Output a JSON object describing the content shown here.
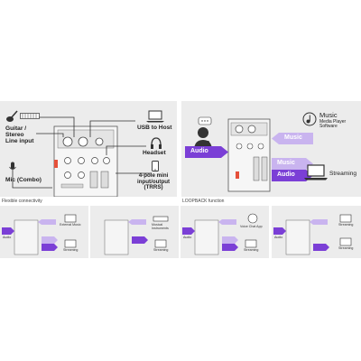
{
  "colors": {
    "purple": "#7b3fd6",
    "lavender": "#c9b4ef",
    "panel": "#ececec",
    "line": "#333333"
  },
  "left_diagram": {
    "labels": {
      "guitar": "Guitar /\nStereo\nLine input",
      "mic": "Mic (Combo)",
      "usb": "USB to Host",
      "headset": "Headset",
      "pole": "4-pole mini\ninput/output\n(TRRS)"
    },
    "icons": [
      "guitar-icon",
      "keyboard-icon",
      "mic-icon",
      "laptop-icon",
      "headset-icon",
      "phone-icon"
    ],
    "caption": "Flexible connectivity"
  },
  "right_diagram": {
    "arrow_audio": "Audio",
    "arrow_music_top": "Music",
    "arrow_music_mid": "Music",
    "arrow_audio_mid": "Audio",
    "music_title": "Music",
    "music_sub": "Media Player\nSoftware",
    "streaming": "Streaming",
    "caption": "LOOPBACK function"
  },
  "thumbnails": [
    {
      "left_label": "Audio",
      "top_label": "External Music",
      "bottom_label": "Streaming"
    },
    {
      "left_label": "",
      "top_label": "Musical\nInstruments",
      "bottom_label": "Streaming"
    },
    {
      "left_label": "Audio",
      "top_label": "Voice Chat App",
      "bottom_label": "Streaming"
    },
    {
      "left_label": "Audio",
      "top_label": "Streaming",
      "bottom_label": "Streaming"
    }
  ]
}
